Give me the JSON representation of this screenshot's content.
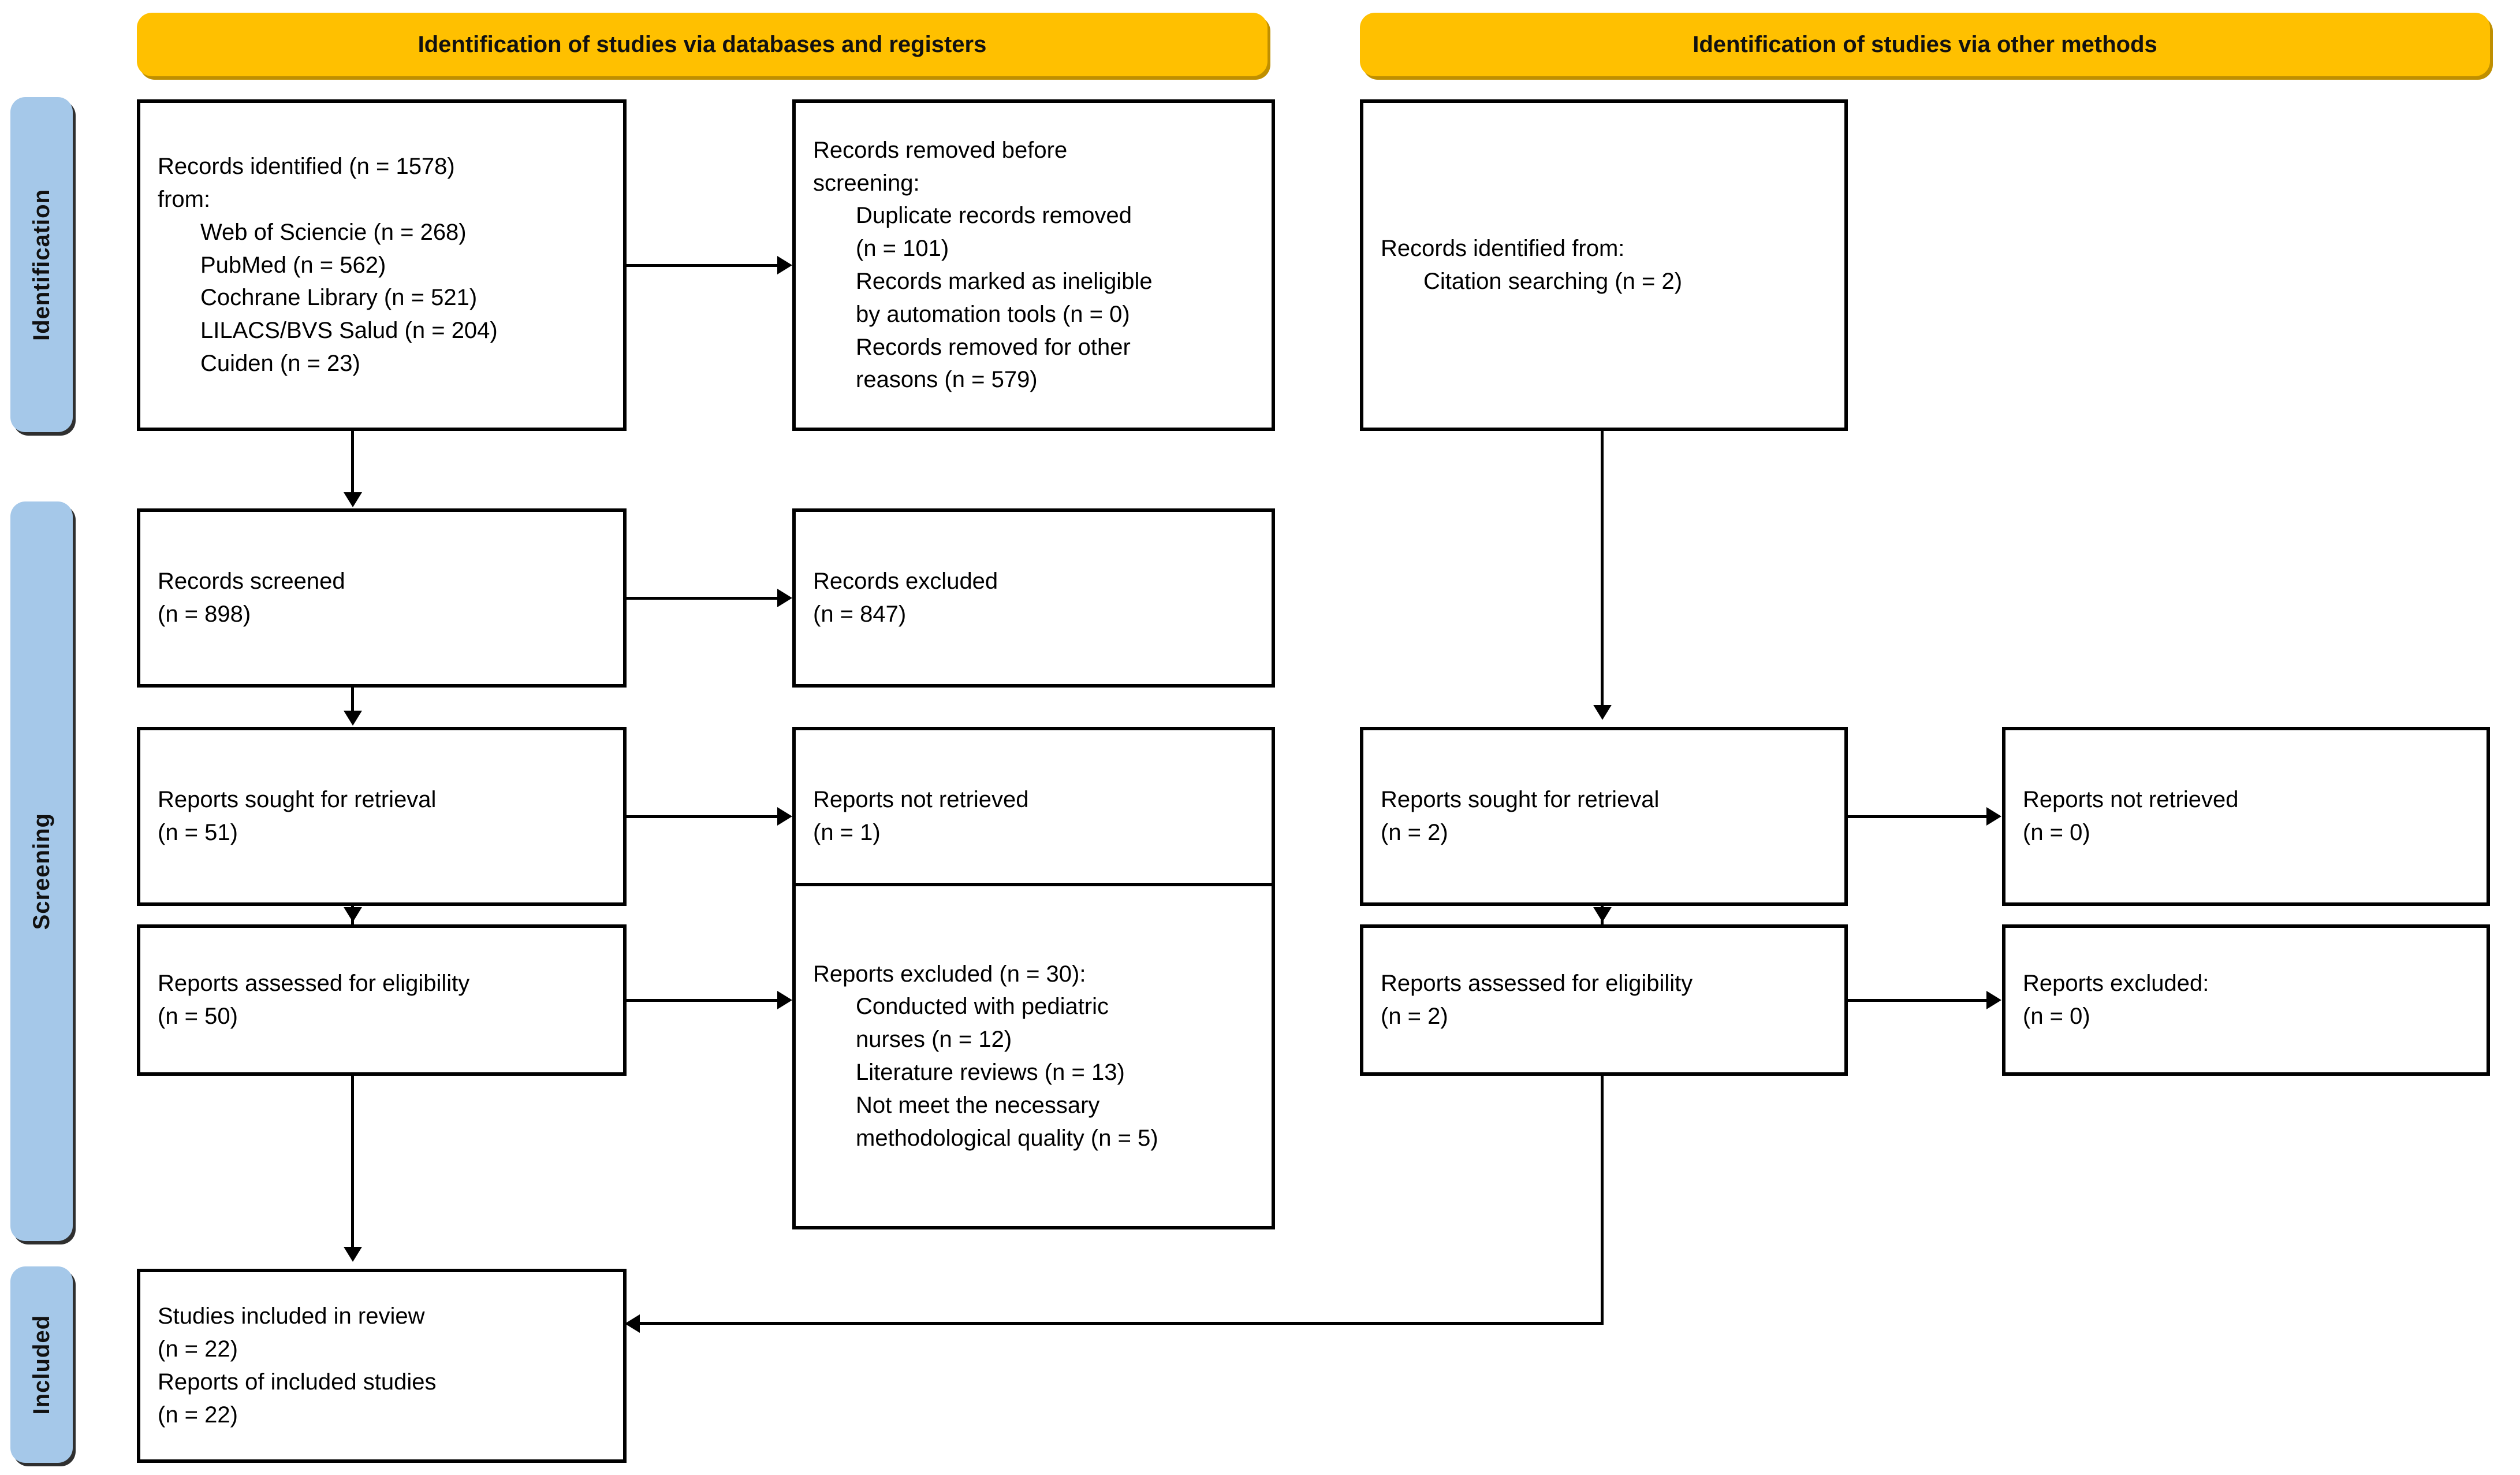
{
  "headers": [
    {
      "id": "db-registers",
      "label": "Identification of studies via databases and registers"
    },
    {
      "id": "other-methods",
      "label": "Identification of studies via other methods"
    }
  ],
  "stages": [
    {
      "id": "identification",
      "label": "Identification"
    },
    {
      "id": "screening",
      "label": "Screening"
    },
    {
      "id": "included",
      "label": "Included"
    }
  ],
  "boxes": {
    "records_identified": {
      "lines": [
        {
          "text": "Records identified (n = 1578)",
          "indent": false
        },
        {
          "text": "from:",
          "indent": false
        },
        {
          "text": "Web of Sciencie (n = 268)",
          "indent": true
        },
        {
          "text": "PubMed (n = 562)",
          "indent": true
        },
        {
          "text": "Cochrane Library (n = 521)",
          "indent": true
        },
        {
          "text": "LILACS/BVS Salud (n = 204)",
          "indent": true
        },
        {
          "text": "Cuiden (n = 23)",
          "indent": true
        }
      ]
    },
    "records_removed": {
      "line1": "Records removed ",
      "line1_italic": "before",
      "line2_italic": "screening",
      "line2_colon": ":",
      "items": [
        "Duplicate records removed",
        "(n = 101)",
        "Records marked as ineligible",
        "by automation tools (n = 0)",
        "Records removed for other",
        "reasons (n = 579)"
      ]
    },
    "records_identified_other": {
      "lines": [
        {
          "text": "Records identified from:",
          "indent": false
        },
        {
          "text": "Citation searching (n = 2)",
          "indent": true
        }
      ]
    },
    "records_screened": {
      "lines": [
        {
          "text": "Records screened",
          "indent": false
        },
        {
          "text": "(n = 898)",
          "indent": false
        }
      ]
    },
    "records_excluded": {
      "lines": [
        {
          "text": "Records excluded",
          "indent": false
        },
        {
          "text": "(n = 847)",
          "indent": false
        }
      ]
    },
    "reports_sought_left": {
      "lines": [
        {
          "text": "Reports sought for retrieval",
          "indent": false
        },
        {
          "text": "(n = 51)",
          "indent": false
        }
      ]
    },
    "reports_not_retrieved_left": {
      "lines": [
        {
          "text": "Reports not retrieved",
          "indent": false
        },
        {
          "text": "(n = 1)",
          "indent": false
        }
      ]
    },
    "reports_assessed_left": {
      "lines": [
        {
          "text": "Reports assessed for eligibility",
          "indent": false
        },
        {
          "text": "(n = 50)",
          "indent": false
        }
      ]
    },
    "reports_excluded_left": {
      "lines": [
        {
          "text": "Reports excluded (n = 30):",
          "indent": false
        },
        {
          "text": "Conducted with pediatric",
          "indent": true
        },
        {
          "text": "nurses (n = 12)",
          "indent": true
        },
        {
          "text": "Literature reviews (n = 13)",
          "indent": true
        },
        {
          "text": "Not meet the necessary",
          "indent": true
        },
        {
          "text": "methodological quality (n = 5)",
          "indent": true
        }
      ]
    },
    "reports_sought_right": {
      "lines": [
        {
          "text": "Reports sought for retrieval",
          "indent": false
        },
        {
          "text": "(n = 2)",
          "indent": false
        }
      ]
    },
    "reports_not_retrieved_right": {
      "lines": [
        {
          "text": "Reports not retrieved",
          "indent": false
        },
        {
          "text": "(n = 0)",
          "indent": false
        }
      ]
    },
    "reports_assessed_right": {
      "lines": [
        {
          "text": "Reports assessed for eligibility",
          "indent": false
        },
        {
          "text": "(n = 2)",
          "indent": false
        }
      ]
    },
    "reports_excluded_right": {
      "lines": [
        {
          "text": "Reports excluded:",
          "indent": false
        },
        {
          "text": "(n = 0)",
          "indent": false
        }
      ]
    },
    "studies_included": {
      "lines": [
        {
          "text": "Studies included in review",
          "indent": false
        },
        {
          "text": "(n = 22)",
          "indent": false
        },
        {
          "text": "Reports of included studies",
          "indent": false
        },
        {
          "text": "(n = 22)",
          "indent": false
        }
      ]
    }
  },
  "colors": {
    "header_fill": "#FFC000",
    "header_shadow": "#BF8F00",
    "pill_fill": "#A5C8E9",
    "box_border": "#000000",
    "text": "#000000",
    "background": "#FFFFFF"
  }
}
